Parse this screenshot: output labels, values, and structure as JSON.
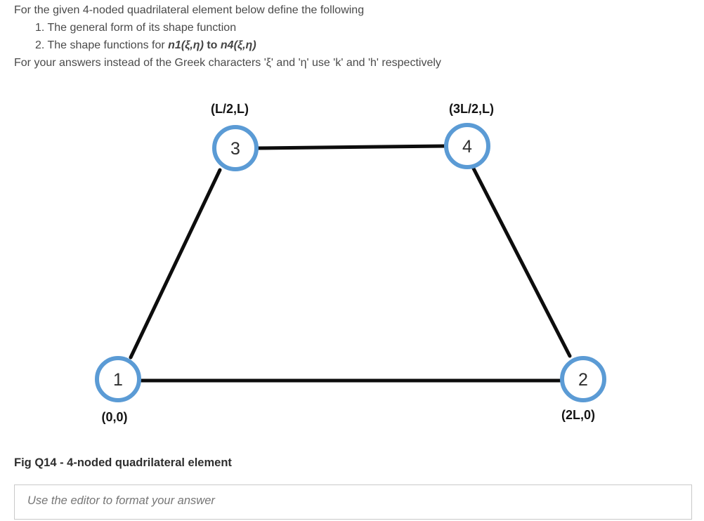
{
  "question": {
    "intro": "For the given 4-noded quadrilateral element below define the following",
    "item1": "1. The general form of its shape function",
    "item2_prefix": "2. The shape functions for ",
    "item2_n1": "n1(ξ,η)",
    "item2_to": " to ",
    "item2_n4": "n4(ξ,η)",
    "note": "For your answers instead of the Greek characters 'ξ' and 'η' use 'k' and 'h' respectively"
  },
  "diagram": {
    "nodes": [
      {
        "number": "1",
        "coord": "(0,0)"
      },
      {
        "number": "2",
        "coord": "(2L,0)"
      },
      {
        "number": "3",
        "coord": "(L/2,L)"
      },
      {
        "number": "4",
        "coord": "(3L/2,L)"
      }
    ],
    "colors": {
      "node_stroke": "#5B9BD5",
      "node_fill": "#ffffff",
      "edge": "#0d0d0d"
    }
  },
  "figure_caption": "Fig Q14 - 4-noded quadrilateral element",
  "editor": {
    "placeholder": "Use the editor to format your answer"
  }
}
